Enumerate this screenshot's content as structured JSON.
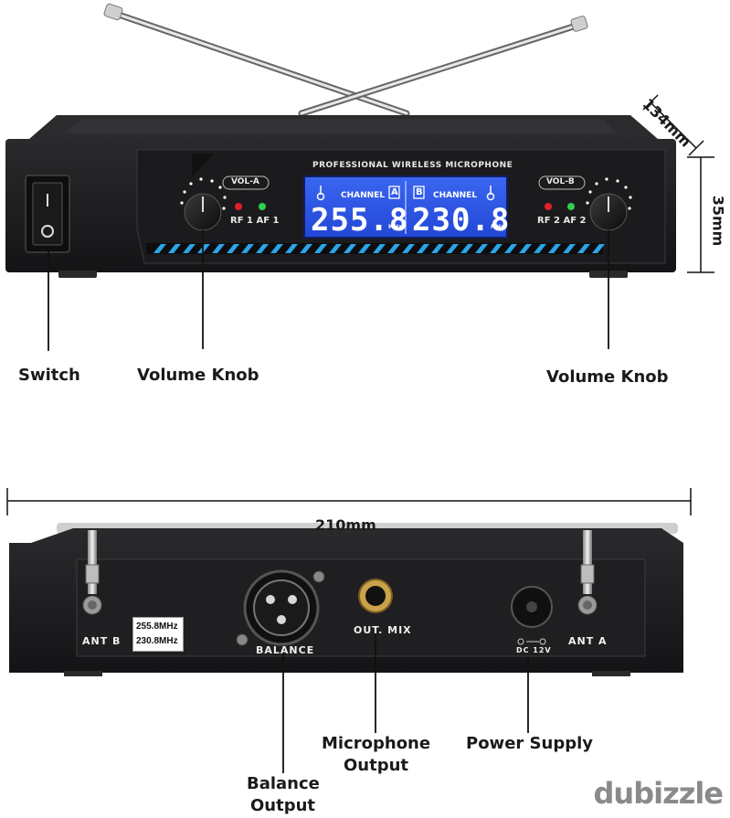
{
  "front_panel": {
    "title": "PROFESSIONAL WIRELESS MICROPHONE",
    "vol_a": "VOL-A",
    "vol_b": "VOL-B",
    "rf1_af1": "RF 1  AF 1",
    "rf2_af2": "RF 2  AF 2",
    "lcd": {
      "channel_label": "CHANNEL",
      "channel_a": "A",
      "channel_b": "B",
      "freq_a": "255.8",
      "freq_b": "230.8",
      "unit": "MHz"
    }
  },
  "dimensions": {
    "depth": "134mm",
    "height": "35mm",
    "width": "210mm"
  },
  "callouts": {
    "switch": "Switch",
    "volume_knob_left": "Volume Knob",
    "volume_knob_right": "Volume Knob",
    "microphone_output_1": "Microphone",
    "microphone_output_2": "Output",
    "power_supply": "Power Supply",
    "balance_output_1": "Balance",
    "balance_output_2": "Output"
  },
  "back_panel": {
    "ant_b": "ANT  B",
    "ant_a": "ANT  A",
    "balance": "BALANCE",
    "out_mix": "OUT. MIX",
    "dc": "DC  12V",
    "sticker_line1": "255.8MHz",
    "sticker_line2": "230.8MHz"
  },
  "watermark": "dubizzle",
  "colors": {
    "lcd_blue": "#2f57e8",
    "body_dark": "#1c1c1e",
    "stripe_blue": "#2aa5e8",
    "led_red": "#e0202a",
    "led_green": "#2fd04a"
  }
}
